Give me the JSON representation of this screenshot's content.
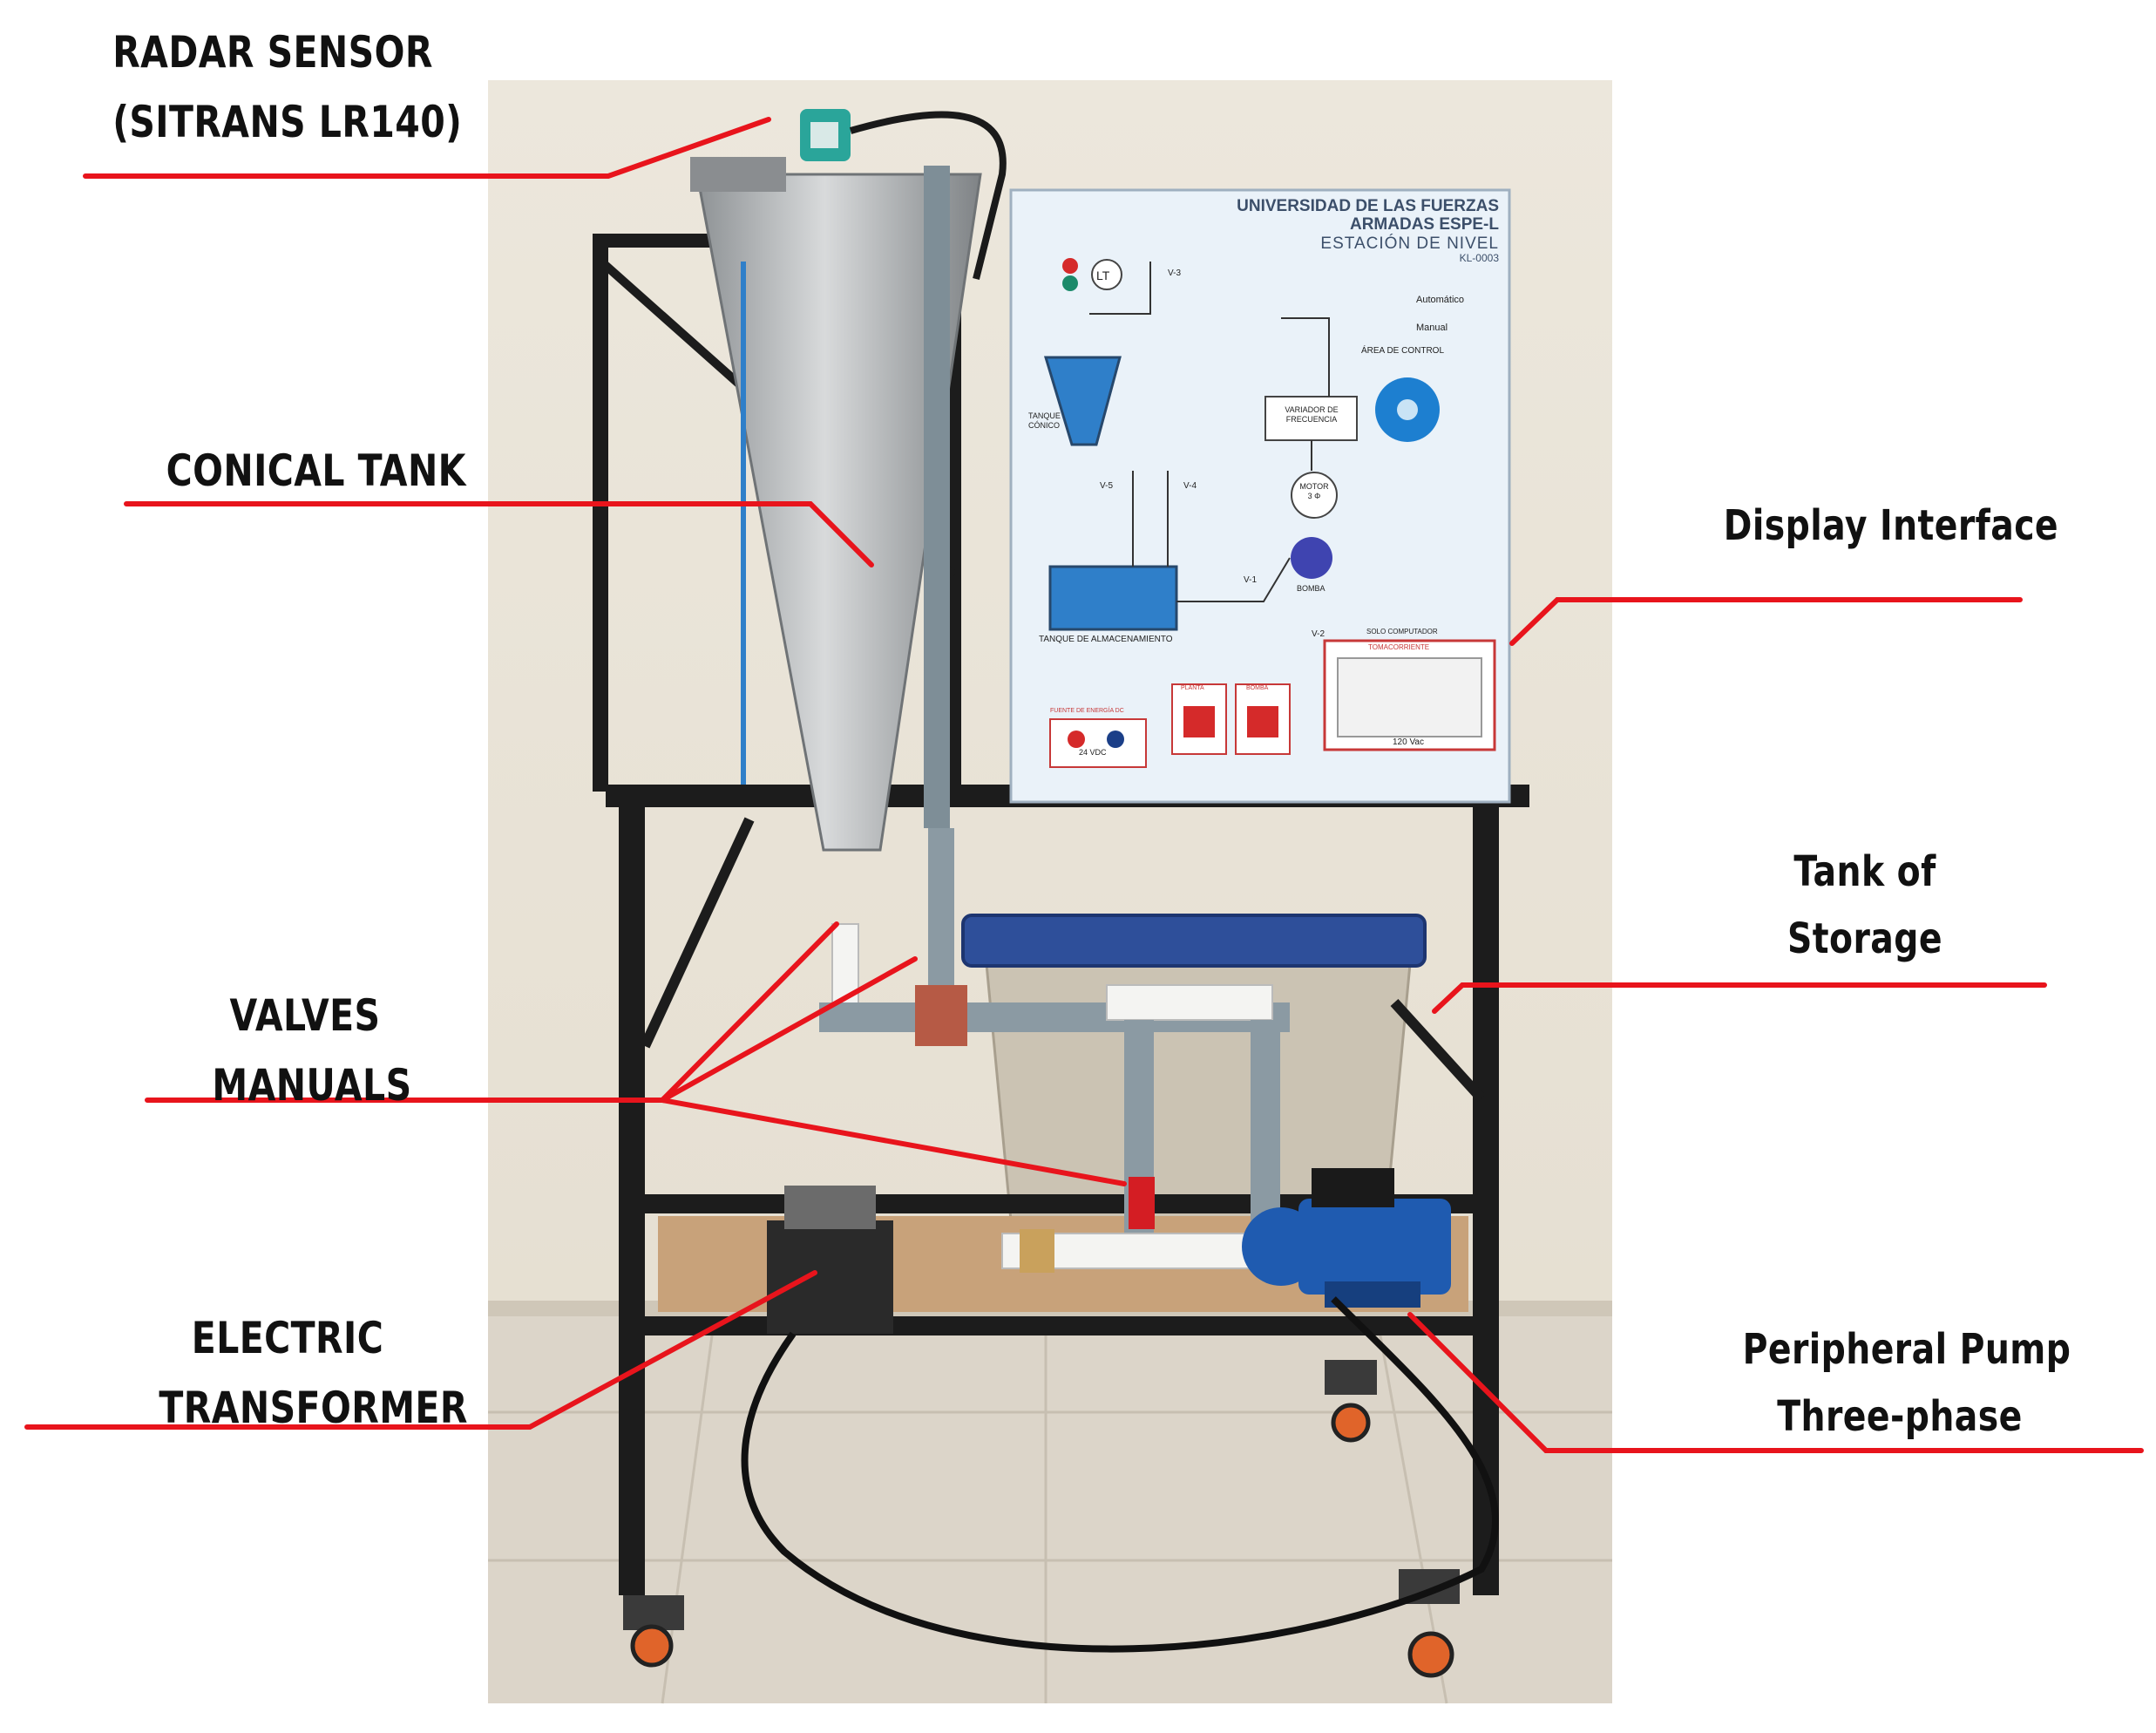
{
  "colors": {
    "leader": "#e8141c",
    "frame": "#1c1c1c",
    "wall": "#e9e3d6",
    "floor": "#d9d3c8",
    "steel": "#b9bcbe",
    "panel": "#e8f0f7",
    "water": "#2f7fc9",
    "lid": "#2e4f9a",
    "bin": "#c9c1b1",
    "pipe": "#8b9aa3",
    "pvc": "#f4f4f2",
    "pump": "#1f5bb0",
    "wood": "#c8a27a"
  },
  "labels": {
    "radar_1": "RADAR SENSOR",
    "radar_2": "(SITRANS LR140)",
    "conical": "CONICAL TANK",
    "display": "Display Interface",
    "storage_1": "Tank of",
    "storage_2": "Storage",
    "valves_1": "VALVES",
    "valves_2": "MANUALS",
    "transformer_1": "ELECTRIC",
    "transformer_2": "TRANSFORMER",
    "pump_1": "Peripheral Pump",
    "pump_2": "Three-phase"
  },
  "panel": {
    "univ_1": "UNIVERSIDAD DE LAS FUERZAS",
    "univ_2": "ARMADAS ESPE-L",
    "station": "ESTACIÓN DE NIVEL",
    "code": "KL-0003",
    "lt": "LT",
    "v3": "V-3",
    "v4": "V-4",
    "v5": "V-5",
    "v1": "V-1",
    "v2": "V-2",
    "automatico": "Automático",
    "manual": "Manual",
    "area": "ÁREA DE CONTROL",
    "tanque_conico_1": "TANQUE",
    "tanque_conico_2": "CÓNICO",
    "variador_1": "VARIADOR DE",
    "variador_2": "FRECUENCIA",
    "motor_1": "MOTOR",
    "motor_2": "3 Φ",
    "bomba": "BOMBA",
    "almacenamiento": "TANQUE DE ALMACENAMIENTO",
    "fuente": "FUENTE DE ENERGÍA DC",
    "vdc": "24 VDC",
    "planta": "PLANTA",
    "bomba_sw": "BOMBA",
    "solo": "SOLO  COMPUTADOR",
    "tomacorriente": "TOMACORRIENTE",
    "vac": "120 Vac"
  }
}
